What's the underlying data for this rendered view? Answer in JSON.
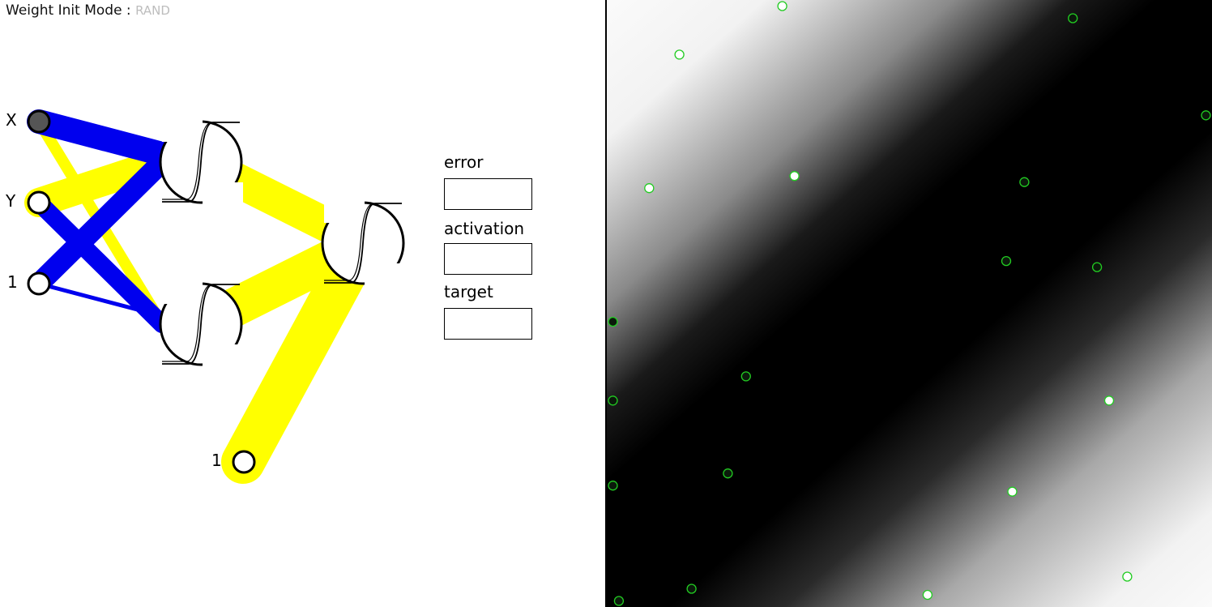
{
  "header": {
    "mode_label": "Weight Init Mode :",
    "mode_value": "RAND"
  },
  "network": {
    "inputs": [
      {
        "id": "x",
        "label": "X"
      },
      {
        "id": "y",
        "label": "Y"
      },
      {
        "id": "bias",
        "label": "1"
      }
    ],
    "output_bias_label": "1",
    "hidden_neurons": 2,
    "output_neurons": 1,
    "positive_weight_color": "#ffff00",
    "negative_weight_color": "#0000ee"
  },
  "fields": {
    "error_label": "error",
    "error_value": "",
    "activation_label": "activation",
    "activation_value": "",
    "target_label": "target",
    "target_value": ""
  },
  "plot": {
    "point_outline_color": "#22cc22",
    "points": [
      {
        "x": 0.29,
        "y": 0.99,
        "class": "light"
      },
      {
        "x": 0.77,
        "y": 0.97,
        "class": "dark"
      },
      {
        "x": 0.12,
        "y": 0.91,
        "class": "light"
      },
      {
        "x": 0.99,
        "y": 0.81,
        "class": "dark"
      },
      {
        "x": 0.07,
        "y": 0.69,
        "class": "light"
      },
      {
        "x": 0.31,
        "y": 0.71,
        "class": "light"
      },
      {
        "x": 0.69,
        "y": 0.7,
        "class": "dark"
      },
      {
        "x": 0.66,
        "y": 0.57,
        "class": "dark"
      },
      {
        "x": 0.81,
        "y": 0.56,
        "class": "dark"
      },
      {
        "x": 0.01,
        "y": 0.47,
        "class": "dark"
      },
      {
        "x": 0.23,
        "y": 0.38,
        "class": "dark"
      },
      {
        "x": 0.01,
        "y": 0.34,
        "class": "dark"
      },
      {
        "x": 0.83,
        "y": 0.34,
        "class": "light"
      },
      {
        "x": 0.2,
        "y": 0.22,
        "class": "dark"
      },
      {
        "x": 0.01,
        "y": 0.2,
        "class": "dark"
      },
      {
        "x": 0.67,
        "y": 0.19,
        "class": "light"
      },
      {
        "x": 0.86,
        "y": 0.05,
        "class": "light"
      },
      {
        "x": 0.53,
        "y": 0.02,
        "class": "light"
      },
      {
        "x": 0.14,
        "y": 0.03,
        "class": "dark"
      },
      {
        "x": 0.02,
        "y": 0.01,
        "class": "dark"
      }
    ]
  }
}
